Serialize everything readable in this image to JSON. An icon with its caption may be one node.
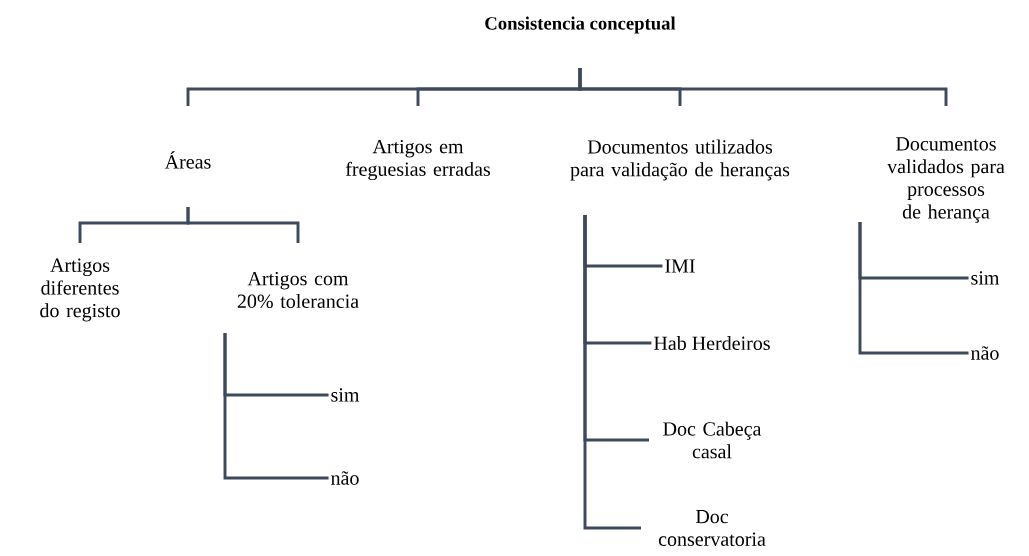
{
  "diagram": {
    "nodes": [
      {
        "text": [
          "Consistencia conceptual"
        ]
      },
      {
        "text": [
          "Áreas"
        ]
      },
      {
        "text": [
          "Artigos em freguesias erradas"
        ]
      },
      {
        "text": [
          "Documentos utilizados para validação de heranças"
        ]
      },
      {
        "text": [
          "Documentos validados para processos de herança"
        ]
      },
      {
        "text": [
          "Artigos diferentes do registo"
        ]
      },
      {
        "text": [
          "Artigos com 20% tolerancia"
        ]
      },
      {
        "text": [
          "sim"
        ]
      },
      {
        "text": [
          "não"
        ]
      },
      {
        "text": [
          "IMI"
        ]
      },
      {
        "text": [
          "Hab Herdeiros"
        ]
      },
      {
        "text": [
          "Doc Cabeça casal"
        ]
      },
      {
        "text": [
          "Doc conservatoria"
        ]
      },
      {
        "text": [
          "sim"
        ]
      },
      {
        "text": [
          "não"
        ]
      }
    ],
    "edges": [
      {
        "from": 0,
        "to": 1,
        "arrow": "none"
      },
      {
        "from": 0,
        "to": 2,
        "arrow": "none"
      },
      {
        "from": 0,
        "to": 3,
        "arrow": "none"
      },
      {
        "from": 0,
        "to": 4,
        "arrow": "none"
      },
      {
        "from": 1,
        "to": 5,
        "arrow": "none"
      },
      {
        "from": 1,
        "to": 6,
        "arrow": "none"
      },
      {
        "from": 6,
        "to": 7,
        "arrow": "none"
      },
      {
        "from": 6,
        "to": 8,
        "arrow": "none"
      },
      {
        "from": 3,
        "to": 9,
        "arrow": "none"
      },
      {
        "from": 3,
        "to": 10,
        "arrow": "none"
      },
      {
        "from": 3,
        "to": 11,
        "arrow": "none"
      },
      {
        "from": 3,
        "to": 12,
        "arrow": "none"
      },
      {
        "from": 4,
        "to": 13,
        "arrow": "none"
      },
      {
        "from": 4,
        "to": 14,
        "arrow": "none"
      }
    ]
  }
}
